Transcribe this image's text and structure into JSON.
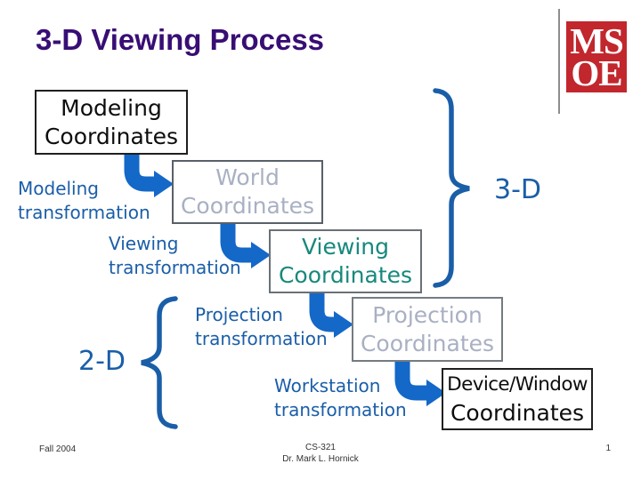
{
  "title": {
    "text": "3-D Viewing Process"
  },
  "logo": {
    "line1": "MS",
    "line2": "OE"
  },
  "diagram": {
    "boxes": [
      {
        "name": "modeling-coordinates",
        "line1": "Modeling",
        "line2": "Coordinates"
      },
      {
        "name": "world-coordinates",
        "line1": "World",
        "line2": "Coordinates"
      },
      {
        "name": "viewing-coordinates",
        "line1": "Viewing",
        "line2": "Coordinates"
      },
      {
        "name": "projection-coordinates",
        "line1": "Projection",
        "line2": "Coordinates"
      },
      {
        "name": "device-window-coordinates",
        "line1": "Device/Window",
        "line2": "Coordinates"
      }
    ],
    "transform_labels": [
      {
        "name": "modeling-transformation",
        "line1": "Modeling",
        "line2": "transformation"
      },
      {
        "name": "viewing-transformation",
        "line1": "Viewing",
        "line2": "transformation"
      },
      {
        "name": "projection-transformation",
        "line1": "Projection",
        "line2": "transformation"
      },
      {
        "name": "workstation-transformation",
        "line1": "Workstation",
        "line2": "transformation"
      }
    ],
    "group_labels": {
      "three_d": "3-D",
      "two_d": "2-D"
    }
  },
  "footer": {
    "date": "Fall 2004",
    "course": "CS-321",
    "author": "Dr. Mark L. Hornick",
    "page_number": "1"
  },
  "colors": {
    "title_purple": "#380E75",
    "arrow_blue": "#1368C8",
    "label_blue": "#1A5EA8",
    "viewing_teal": "#17897C",
    "muted_gray_text": "#A9B0C3",
    "logo_red": "#C1272D"
  }
}
